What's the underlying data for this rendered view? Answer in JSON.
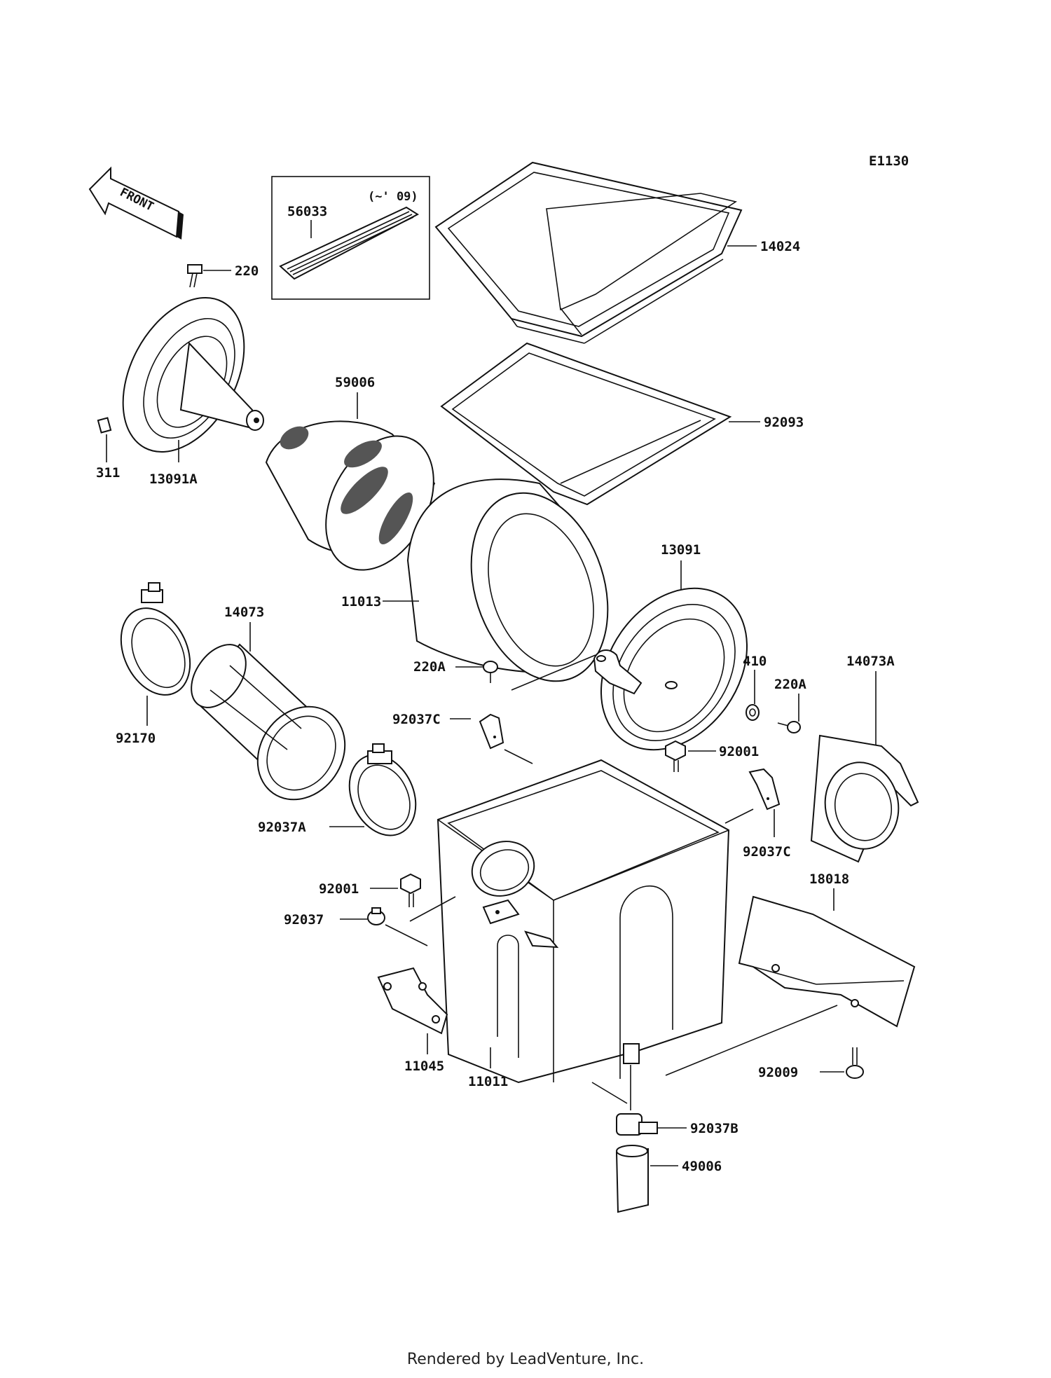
{
  "diagram": {
    "code": "E1130",
    "front_label": "FRONT",
    "inset_note": "(~' 09)",
    "parts": {
      "p56033": "56033",
      "p14024": "14024",
      "p220": "220",
      "p311": "311",
      "p13091A": "13091A",
      "p59006": "59006",
      "p92093": "92093",
      "p13091": "13091",
      "p11013": "11013",
      "p92170": "92170",
      "p14073": "14073",
      "p220A_left": "220A",
      "p410": "410",
      "p220A_right": "220A",
      "p14073A": "14073A",
      "p92037C_left": "92037C",
      "p92001_top": "92001",
      "p92037A": "92037A",
      "p92037C_right": "92037C",
      "p18018": "18018",
      "p92001_left": "92001",
      "p92037": "92037",
      "p11045": "11045",
      "p11011": "11011",
      "p92009": "92009",
      "p92037B": "92037B",
      "p49006": "49006"
    }
  },
  "footer": {
    "text": "Rendered by LeadVenture, Inc."
  }
}
